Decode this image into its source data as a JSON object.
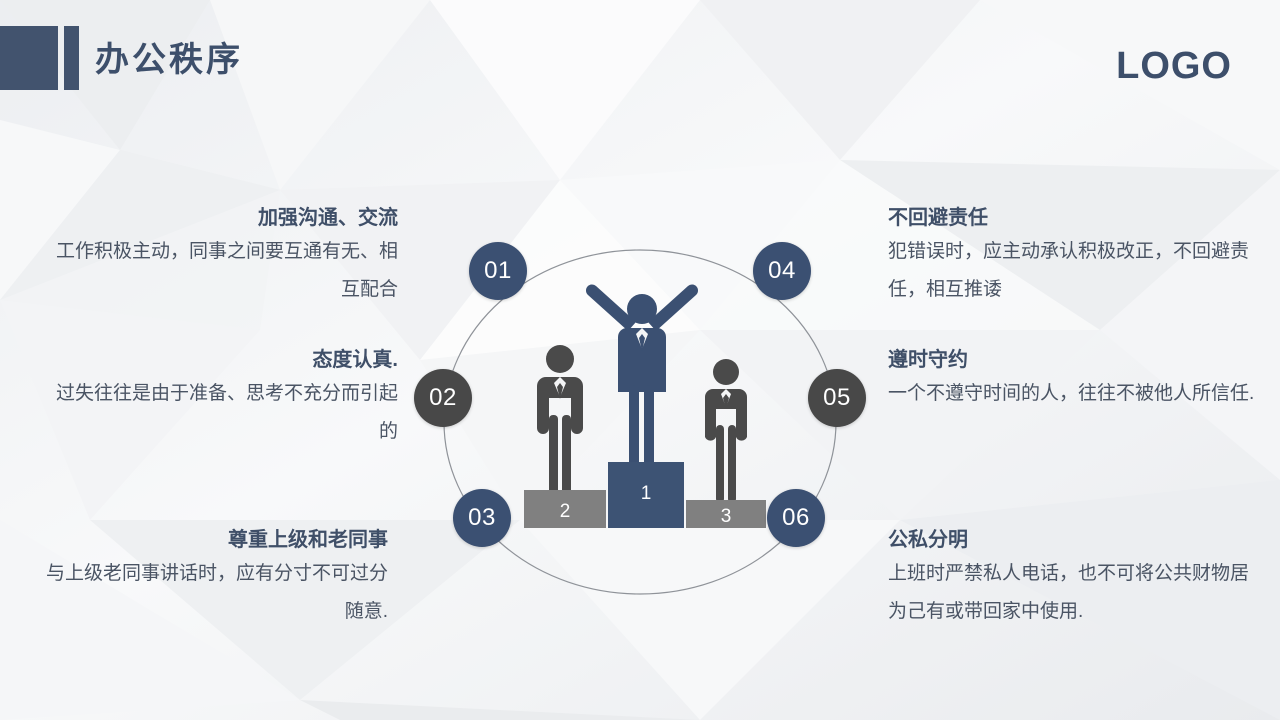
{
  "header": {
    "title": "办公秩序",
    "logo": "LOGO"
  },
  "colors": {
    "navy": "#3b5072",
    "dark_gray": "#484848",
    "podium_gray": "#808080",
    "title_text": "#3d4f6b",
    "body_text": "#4a5464",
    "background": "#f2f3f5"
  },
  "diagram": {
    "type": "circular-numbered-list",
    "center_graphic": "winners-podium",
    "podium": {
      "first": {
        "label": "1",
        "color": "#3d5374",
        "position": "center",
        "rank": "winner"
      },
      "second": {
        "label": "2",
        "color": "#808080",
        "position": "left",
        "rank": "runner-up"
      },
      "third": {
        "label": "3",
        "color": "#808080",
        "position": "right",
        "rank": "third-place"
      }
    },
    "badges": [
      {
        "id": "01",
        "label": "01",
        "color": "navy"
      },
      {
        "id": "02",
        "label": "02",
        "color": "gray"
      },
      {
        "id": "03",
        "label": "03",
        "color": "navy"
      },
      {
        "id": "04",
        "label": "04",
        "color": "navy"
      },
      {
        "id": "05",
        "label": "05",
        "color": "gray"
      },
      {
        "id": "06",
        "label": "06",
        "color": "navy"
      }
    ]
  },
  "items": [
    {
      "number": "01",
      "side": "left",
      "title": "加强沟通、交流",
      "body": "工作积极主动，同事之间要互通有无、相互配合"
    },
    {
      "number": "02",
      "side": "left",
      "title": "态度认真.",
      "body": "过失往往是由于准备、思考不充分而引起的"
    },
    {
      "number": "03",
      "side": "left",
      "title": "尊重上级和老同事",
      "body": "与上级老同事讲话时，应有分寸不可过分随意."
    },
    {
      "number": "04",
      "side": "right",
      "title": "不回避责任",
      "body": "犯错误时，应主动承认积极改正，不回避责任，相互推诿"
    },
    {
      "number": "05",
      "side": "right",
      "title": "遵时守约",
      "body": "一个不遵守时间的人，往往不被他人所信任."
    },
    {
      "number": "06",
      "side": "right",
      "title": "公私分明",
      "body": "上班时严禁私人电话，也不可将公共财物居为己有或带回家中使用."
    }
  ]
}
